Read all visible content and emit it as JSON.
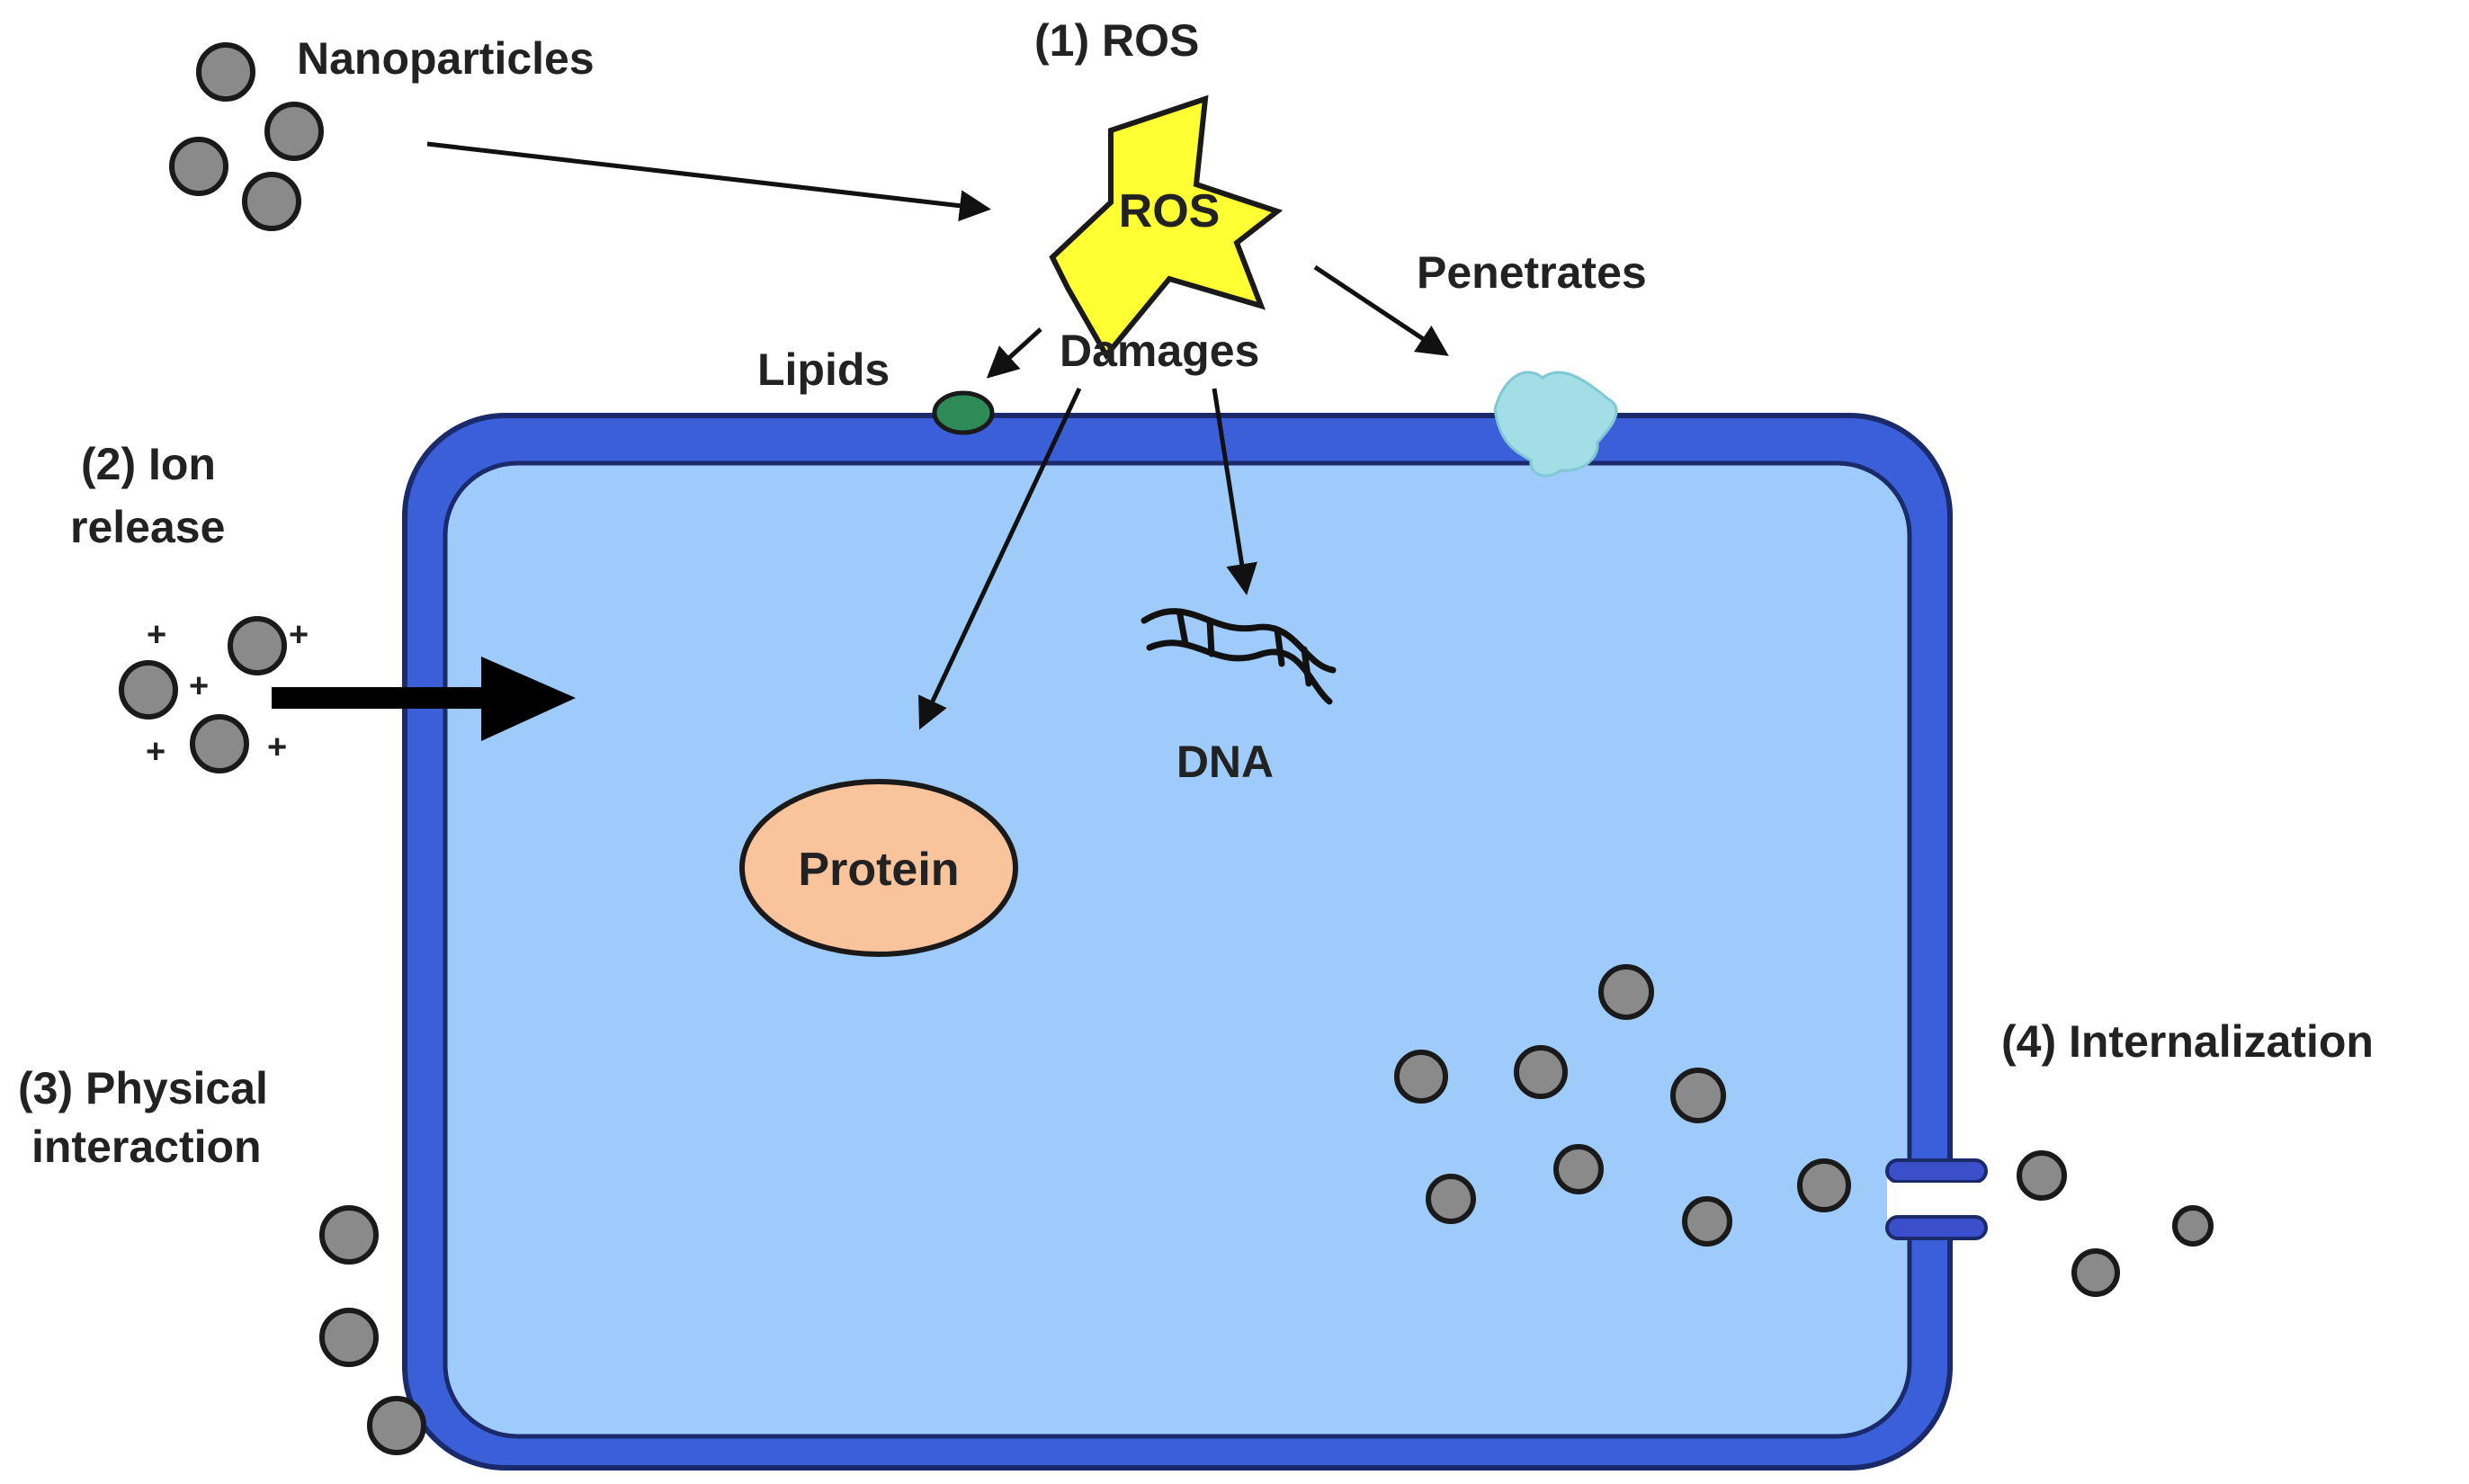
{
  "labels": {
    "nanoparticles": "Nanoparticles",
    "ros_title": "(1) ROS",
    "ros_star": "ROS",
    "penetrates": "Penetrates",
    "lipids": "Lipids",
    "damages": "Damages",
    "ion_release_line1": "(2) Ion",
    "ion_release_line2": "release",
    "dna": "DNA",
    "protein": "Protein",
    "physical_line1": "(3) Physical",
    "physical_line2": "interaction",
    "internalization": "(4) Internalization",
    "plus": "+"
  },
  "colors": {
    "cell_membrane": "#3a5fd9",
    "cell_interior": "#9fcbfa",
    "ros_star": "#ffff33",
    "protein": "#f9c39b",
    "lipid": "#2e8b57",
    "receptor": "#a3dde6",
    "nanoparticle": "#8a8a8a",
    "outline": "#1a1a1a"
  },
  "icons": {
    "ros": "star-burst-icon",
    "dna": "dna-helix-icon",
    "protein": "ellipse-icon",
    "lipid": "lipid-icon",
    "receptor": "receptor-icon",
    "channel": "membrane-channel-icon",
    "nanoparticle": "nanoparticle-circle"
  }
}
